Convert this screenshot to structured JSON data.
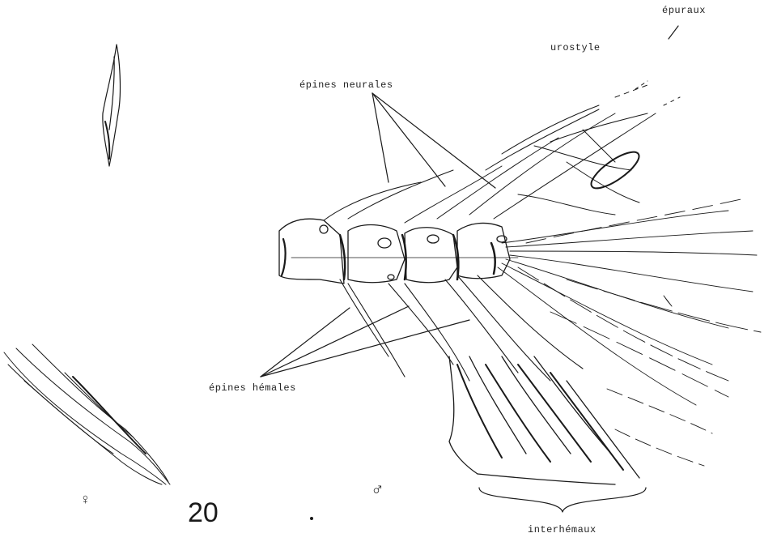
{
  "figure_number": "20",
  "labels": {
    "epuraux": "épuraux",
    "urostyle": "urostyle",
    "epines_neurales": "épines neurales",
    "epines_hemales": "épines hémales",
    "interhemaux": "interhémaux"
  },
  "symbols": {
    "female": "♀",
    "male": "♂"
  }
}
